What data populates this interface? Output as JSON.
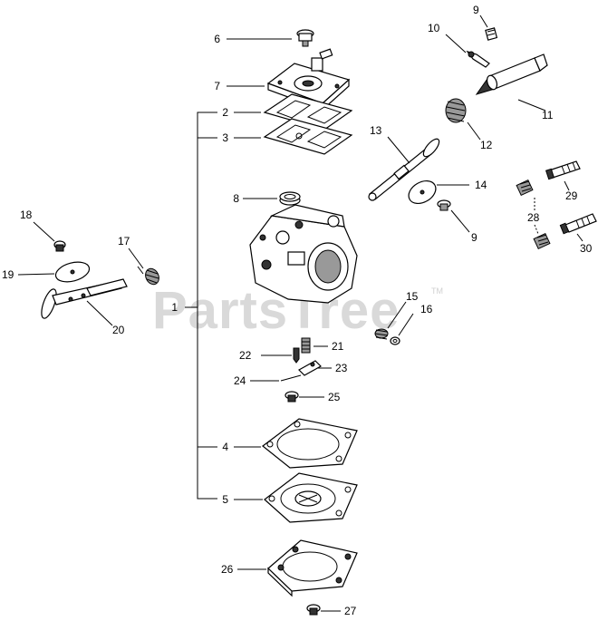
{
  "watermark": {
    "text": "PartsTree",
    "trademark": "TM"
  },
  "callouts": {
    "c1": "1",
    "c2": "2",
    "c3": "3",
    "c4": "4",
    "c5": "5",
    "c6": "6",
    "c7": "7",
    "c8": "8",
    "c9a": "9",
    "c9b": "9",
    "c10": "10",
    "c11": "11",
    "c12": "12",
    "c13": "13",
    "c14": "14",
    "c15": "15",
    "c16": "16",
    "c17": "17",
    "c18": "18",
    "c19": "19",
    "c20": "20",
    "c21": "21",
    "c22": "22",
    "c23": "23",
    "c24": "24",
    "c25": "25",
    "c26": "26",
    "c27": "27",
    "c28": "28",
    "c29": "29",
    "c30": "30"
  }
}
